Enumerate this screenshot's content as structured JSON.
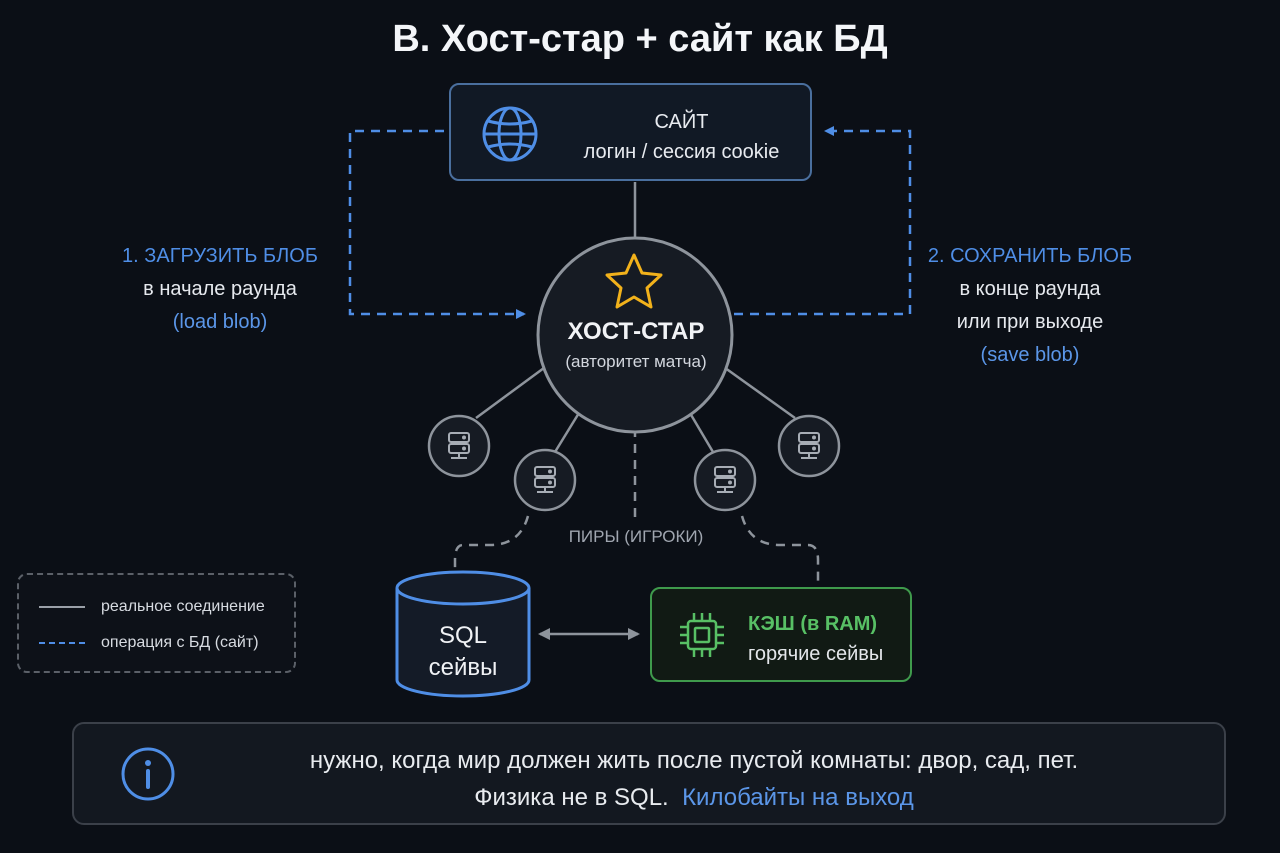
{
  "title": "В. Хост-стар + сайт как БД",
  "site": {
    "title": "САЙТ",
    "subtitle": "логин / сессия cookie",
    "icon": "globe-icon"
  },
  "load": {
    "title": "1. ЗАГРУЗИТЬ БЛОБ",
    "line1": "в начале раунда",
    "code": "(load blob)"
  },
  "save": {
    "title": "2. СОХРАНИТЬ БЛОБ",
    "line1": "в конце раунда",
    "line2": "или при выходе",
    "code": "(save blob)"
  },
  "host": {
    "title": "ХОСТ-СТАР",
    "subtitle": "(авторитет матча)",
    "icon": "star-icon"
  },
  "peers": {
    "label": "ПИРЫ (ИГРОКИ)",
    "icon": "server-icon",
    "count": 4
  },
  "sql": {
    "line1": "SQL",
    "line2": "сейвы",
    "icon": "database-icon"
  },
  "cache": {
    "title": "КЭШ (в RAM)",
    "subtitle": "горячие сейвы",
    "icon": "chip-icon"
  },
  "legend": {
    "solid": "реальное соединение",
    "dashed": "операция с БД (сайт)"
  },
  "note": {
    "line1": "нужно, когда мир должен жить после пустой комнаты: двор, сад, пет.",
    "line2_plain": "Физика не в SQL.",
    "line2_highlight": "Килобайты на выход",
    "icon": "info-icon"
  },
  "colors": {
    "background": "#0b0f16",
    "accent_blue": "#4f8ee6",
    "accent_green": "#58c065",
    "star": "#f2b21b",
    "line_gray": "#8e949c"
  }
}
